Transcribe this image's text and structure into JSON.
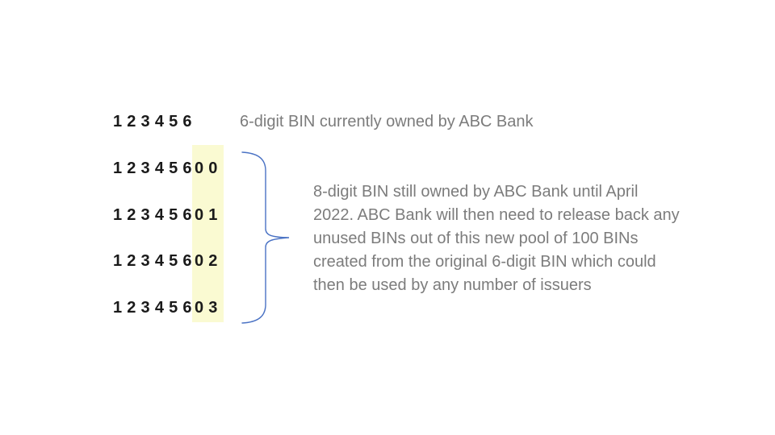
{
  "slide": {
    "bin6": {
      "digits": "1 2 3 4 5 6",
      "label": "6-digit BIN currently owned by ABC Bank"
    },
    "bin8_rows": [
      {
        "prefix": "1 2 3 4 5 6 ",
        "suffix": "0 0"
      },
      {
        "prefix": "1 2 3 4 5 6 ",
        "suffix": "0 1"
      },
      {
        "prefix": "1 2 3 4 5 6 ",
        "suffix": "0 2"
      },
      {
        "prefix": "1 2 3 4 5 6 ",
        "suffix": "0 3"
      }
    ],
    "annotation": {
      "lines": [
        "8-digit BIN still owned by ABC Bank until April",
        "2022. ABC Bank will then need to release back any",
        "unused BINs out of this new pool of 100 BINs",
        "created from the original 6-digit BIN which could",
        "then be used by any number of issuers"
      ]
    },
    "colors": {
      "background": "#ffffff",
      "digits": "#1a1a1a",
      "gray_text": "#7c7c7c",
      "highlight": "#fafad2",
      "brace": "#4a72c4"
    }
  }
}
